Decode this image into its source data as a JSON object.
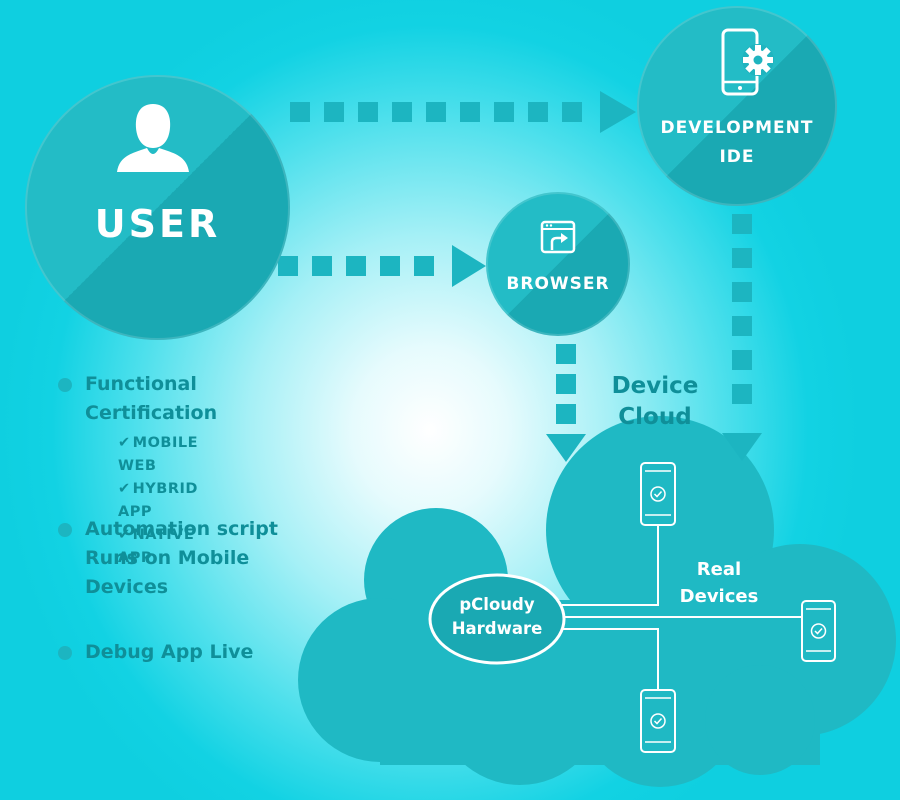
{
  "nodes": {
    "user": {
      "label": "USER",
      "icon": "user-silhouette-icon"
    },
    "browser": {
      "label": "BROWSER",
      "icon": "browser-upload-icon"
    },
    "ide": {
      "label": "DEVELOPMENT\nIDE",
      "icon": "phone-gear-icon"
    }
  },
  "cloud": {
    "title": "Device\nCloud",
    "hardware_label": "pCloudy\nHardware",
    "devices_label": "Real\nDevices",
    "device_icon": "smartphone-check-icon"
  },
  "features": [
    {
      "text": "Functional\nCertification",
      "subitems": [
        "MOBILE WEB",
        "HYBRID APP",
        "NATIVE APP"
      ]
    },
    {
      "text": "Automation script\nRuns on Mobile\nDevices"
    },
    {
      "text": "Debug App Live"
    }
  ],
  "colors": {
    "circle": "#23bcc6",
    "circle_shade": "#1aa9b3",
    "arrow": "#1cb5c1",
    "text_teal": "#0f8f99",
    "background": "#0fcfe0"
  }
}
